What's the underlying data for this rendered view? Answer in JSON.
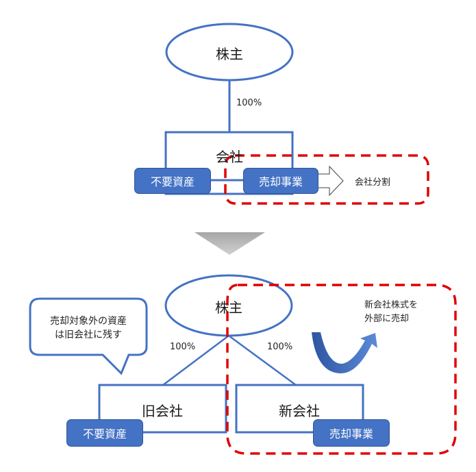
{
  "colors": {
    "shape_stroke": "#4472c4",
    "asset_fill": "#4472c4",
    "highlight_dash": "#e00000",
    "transition_arrow": "#bfbfbf"
  },
  "before": {
    "shareholder": "株主",
    "ownership_pct": "100%",
    "company": "会社",
    "unneeded_assets": "不要資産",
    "business_for_sale": "売却事業",
    "split_label": "会社分割"
  },
  "after": {
    "shareholder": "株主",
    "old_company_pct": "100%",
    "new_company_pct": "100%",
    "old_company": "旧会社",
    "new_company": "新会社",
    "unneeded_assets": "不要資産",
    "business_for_sale": "売却事業",
    "callout_line1": "売却対象外の資産",
    "callout_line2": "は旧会社に残す",
    "sale_note_line1": "新会社株式を",
    "sale_note_line2": "外部に売却"
  }
}
